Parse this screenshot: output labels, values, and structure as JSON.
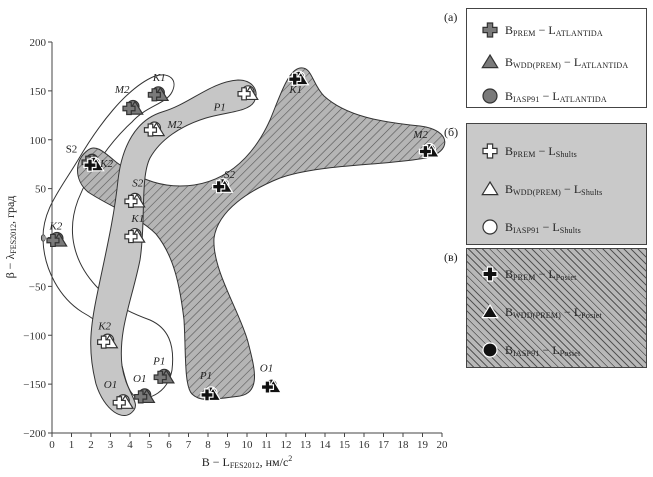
{
  "chart_data": {
    "type": "scatter",
    "title": "",
    "xlabel": "B − L",
    "xlabel_sub": "FES2012",
    "xlabel_unit": ", нм/c",
    "xlabel_sup": "2",
    "ylabel": "β − λ",
    "ylabel_sub": "FES2012",
    "ylabel_unit": ", град",
    "xlim": [
      0,
      20
    ],
    "ylim": [
      -200,
      200
    ],
    "xticks": [
      0,
      1,
      2,
      3,
      4,
      5,
      6,
      7,
      8,
      9,
      10,
      11,
      12,
      13,
      14,
      15,
      16,
      17,
      18,
      19,
      20
    ],
    "yticks": [
      200,
      150,
      100,
      50,
      0,
      -50,
      -100,
      -150,
      -200
    ],
    "grid": false,
    "legend_position": "right",
    "series": [
      {
        "group": "(а)",
        "name": "Atlantida",
        "color": "#7a7a7a",
        "region_fill": "none",
        "legend": [
          {
            "marker": "cross",
            "base": "B",
            "base_sub": "PREM",
            "ref": "L",
            "ref_sub": "ATLANTIDA"
          },
          {
            "marker": "triangle",
            "base": "B",
            "base_sub": "WDD(PREM)",
            "ref": "L",
            "ref_sub": "ATLANTIDA"
          },
          {
            "marker": "circle",
            "base": "B",
            "base_sub": "IASP91",
            "ref": "L",
            "ref_sub": "ATLANTIDA"
          }
        ],
        "points": [
          {
            "wave": "K1",
            "x": 5.3,
            "y": 147
          },
          {
            "wave": "M2",
            "x": 4.0,
            "y": 133
          },
          {
            "wave": "S2",
            "x": 1.9,
            "y": 78
          },
          {
            "wave": "K2",
            "x": 0.1,
            "y": -2
          },
          {
            "wave": "P1",
            "x": 5.6,
            "y": -142
          },
          {
            "wave": "O1",
            "x": 4.6,
            "y": -162
          }
        ]
      },
      {
        "group": "(б)",
        "name": "Shults",
        "color": "#ffffff",
        "region_fill": "gray",
        "legend": [
          {
            "marker": "cross",
            "base": "B",
            "base_sub": "PREM",
            "ref": "L",
            "ref_sub": "Shults"
          },
          {
            "marker": "triangle",
            "base": "B",
            "base_sub": "WDD(PREM)",
            "ref": "L",
            "ref_sub": "Shults"
          },
          {
            "marker": "circle",
            "base": "B",
            "base_sub": "IASP91",
            "ref": "L",
            "ref_sub": "Shults"
          }
        ],
        "points": [
          {
            "wave": "P1",
            "x": 9.9,
            "y": 148
          },
          {
            "wave": "M2",
            "x": 5.1,
            "y": 111
          },
          {
            "wave": "S2",
            "x": 4.1,
            "y": 38
          },
          {
            "wave": "K1",
            "x": 4.1,
            "y": 2
          },
          {
            "wave": "K2",
            "x": 2.7,
            "y": -106
          },
          {
            "wave": "O1",
            "x": 3.5,
            "y": -168
          }
        ]
      },
      {
        "group": "(в)",
        "name": "Posiet",
        "color": "#111111",
        "region_fill": "hatched",
        "legend": [
          {
            "marker": "cross",
            "base": "B",
            "base_sub": "PREM",
            "ref": "L",
            "ref_sub": "Posiet"
          },
          {
            "marker": "triangle",
            "base": "B",
            "base_sub": "WDD(PREM)",
            "ref": "L",
            "ref_sub": "Posiet"
          },
          {
            "marker": "circle",
            "base": "B",
            "base_sub": "IASP91",
            "ref": "L",
            "ref_sub": "Posiet"
          }
        ],
        "points": [
          {
            "wave": "K1",
            "x": 12.5,
            "y": 163
          },
          {
            "wave": "M2",
            "x": 19.2,
            "y": 89
          },
          {
            "wave": "S2",
            "x": 8.6,
            "y": 53
          },
          {
            "wave": "K2",
            "x": 2.0,
            "y": 75
          },
          {
            "wave": "P1",
            "x": 8.0,
            "y": -160
          },
          {
            "wave": "O1",
            "x": 11.1,
            "y": -152
          }
        ]
      }
    ],
    "point_labels": [
      {
        "text": "K1",
        "series": "Atlantida",
        "x": 5.5,
        "y": 160,
        "italic": true
      },
      {
        "text": "M2",
        "series": "Atlantida",
        "x": 3.6,
        "y": 148,
        "italic": true
      },
      {
        "text": "S2",
        "series": "Atlantida",
        "x": 1.0,
        "y": 87,
        "italic": false
      },
      {
        "text": "K2",
        "series": "Posiet",
        "x": 2.8,
        "y": 72,
        "italic": true
      },
      {
        "text": "K2",
        "series": "Atlantida",
        "x": 0.2,
        "y": 8,
        "italic": true
      },
      {
        "text": "P1",
        "series": "Atlantida",
        "x": 5.5,
        "y": -130,
        "italic": true
      },
      {
        "text": "O1",
        "series": "Atlantida",
        "x": 4.5,
        "y": -148,
        "italic": true
      },
      {
        "text": "P1",
        "series": "Shults",
        "x": 8.6,
        "y": 130,
        "italic": true
      },
      {
        "text": "M2",
        "series": "Shults",
        "x": 6.3,
        "y": 112,
        "italic": true
      },
      {
        "text": "S2",
        "series": "Shults",
        "x": 4.4,
        "y": 52,
        "italic": true
      },
      {
        "text": "K1",
        "series": "Shults",
        "x": 4.4,
        "y": 16,
        "italic": true
      },
      {
        "text": "K2",
        "series": "Shults",
        "x": 2.7,
        "y": -94,
        "italic": true
      },
      {
        "text": "O1",
        "series": "Shults",
        "x": 3.0,
        "y": -154,
        "italic": true
      },
      {
        "text": "K1",
        "series": "Posiet",
        "x": 12.5,
        "y": 148,
        "italic": true
      },
      {
        "text": "M2",
        "series": "Posiet",
        "x": 18.9,
        "y": 102,
        "italic": true
      },
      {
        "text": "S2",
        "series": "Posiet",
        "x": 9.1,
        "y": 61,
        "italic": true
      },
      {
        "text": "P1",
        "series": "Posiet",
        "x": 7.9,
        "y": -145,
        "italic": true
      },
      {
        "text": "O1",
        "series": "Posiet",
        "x": 11.0,
        "y": -137,
        "italic": true
      }
    ]
  },
  "legend": {
    "tag_a": "(а)",
    "tag_b": "(б)",
    "tag_c": "(в)",
    "minus": " − "
  }
}
